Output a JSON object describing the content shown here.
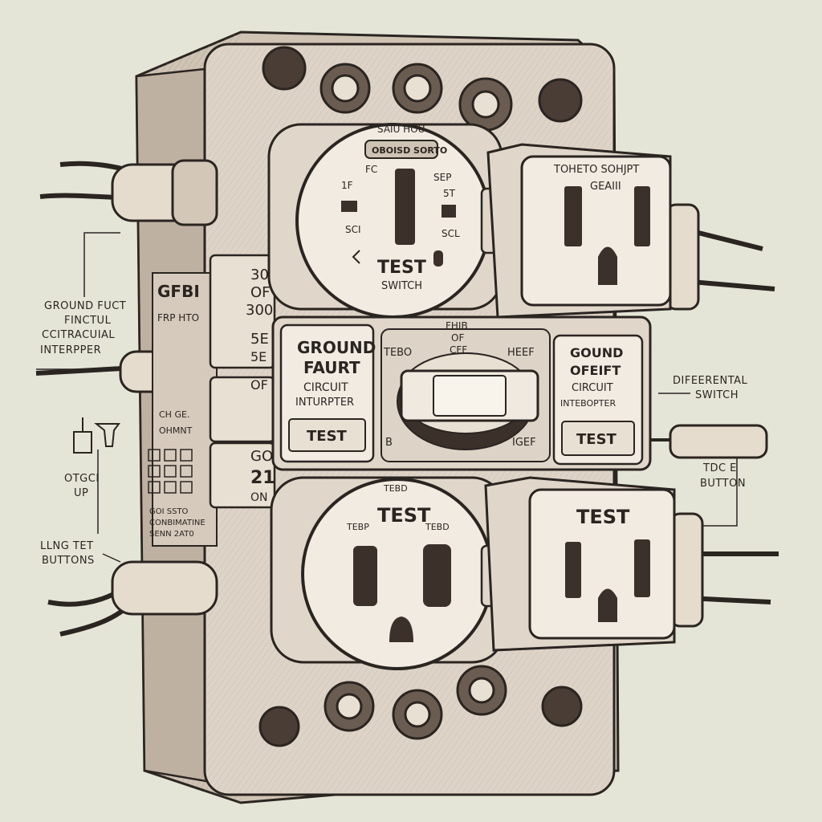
{
  "colors": {
    "background": "#e4e5d7",
    "ink": "#2b2522",
    "body": "#d9cfc2",
    "body_shade": "#b9ab9c",
    "face": "#f1ebe1"
  },
  "top_outlet": {
    "badge": "OBOISD SORTO",
    "top_text": "SAIU HOU",
    "left_a": "FC",
    "left_b": "1F",
    "left_c": "SCI",
    "right_a": "SEP",
    "right_b": "5T",
    "right_c": "SCL",
    "test": "TEST",
    "switch": "SWITCH"
  },
  "right_top_outlet": {
    "line1": "TOHETO  SOHJPT",
    "line2": "GEAIII"
  },
  "center_panel": {
    "left_title_1": "GROUND",
    "left_title_2": "FAURT",
    "left_title_3": "CIRCUIT",
    "left_title_4": "INTURPTER",
    "left_test": "TEST",
    "mid_top_1": "FHIB",
    "mid_top_2": "OF",
    "mid_top_3": "CFF",
    "mid_left": "TEBO",
    "mid_right": "HEEF",
    "mid_bot_left": "B",
    "mid_bot_right": "IGEF",
    "right_title_1": "GOUND",
    "right_title_2": "OFEIFT",
    "right_title_3": "CIRCUIT",
    "right_title_4": "INTEBOPTER",
    "right_test": "TEST"
  },
  "side_tabs": {
    "t1": "30",
    "t2": "OF",
    "t3": "300",
    "t4": "5E",
    "t5": "5E",
    "t6": "OF",
    "t7": "GOF",
    "t8": "21",
    "t9": "ON"
  },
  "left_side": {
    "gfbi": "GFBI",
    "stamp": "FRP  HTO",
    "mini_1": "CH  GE.",
    "mini_2": "OHMNT",
    "foot_1": "GOI  SSTO",
    "foot_2": "CONBIMATINE",
    "foot_3": "SENN  2AT0"
  },
  "bottom_left_outlet": {
    "small_1": "TEBD",
    "test": "TEST",
    "small_2": "TEBP",
    "small_3": "TEBD"
  },
  "bottom_right_outlet": {
    "test": "TEST"
  },
  "callouts": {
    "left_1_a": "GROUND FUCT",
    "left_1_b": "FINCTUL",
    "left_1_c": "CCITRACUIAL",
    "left_1_d": "INTERPPER",
    "left_2_a": "OTGCI",
    "left_2_b": "UP",
    "left_3_a": "LLNG TET",
    "left_3_b": "BUTTONS",
    "right_1_a": "DIFEERENTAL",
    "right_1_b": "SWITCH",
    "right_2_a": "TDC  E",
    "right_2_b": "BUTTON"
  }
}
